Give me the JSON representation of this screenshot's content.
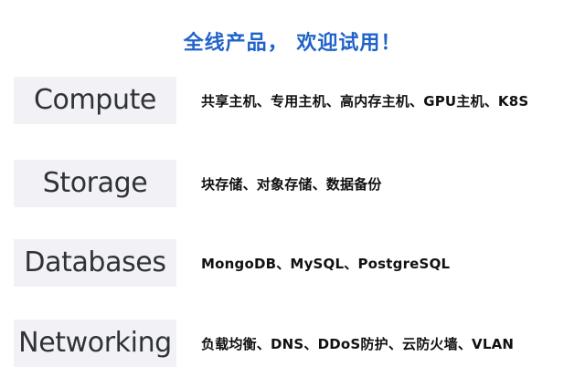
{
  "headline": "全线产品， 欢迎试用！",
  "products": [
    {
      "name": "Compute",
      "description": "共享主机、专用主机、高内存主机、GPU主机、K8S"
    },
    {
      "name": "Storage",
      "description": "块存储、对象存储、数据备份"
    },
    {
      "name": "Databases",
      "description": "MongoDB、MySQL、PostgreSQL"
    },
    {
      "name": "Networking",
      "description": "负载均衡、DNS、DDoS防护、云防火墙、VLAN"
    }
  ],
  "colors": {
    "headline": "#1f63c9",
    "label_background": "#f2f1f6",
    "label_text": "#2f3337",
    "description_text": "#111111"
  }
}
